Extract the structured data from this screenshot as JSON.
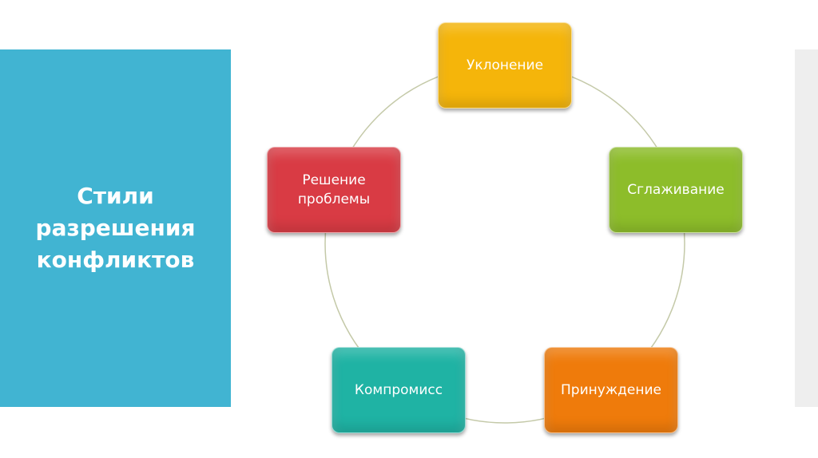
{
  "title": {
    "lines": [
      "Стили",
      "разрешения",
      "конфликтов"
    ]
  },
  "nodes": [
    {
      "label": "Уклонение",
      "color": "#f5b50a"
    },
    {
      "label": "Сглаживание",
      "color": "#8dbd2a"
    },
    {
      "label": "Принуждение",
      "color": "#ef7b0b"
    },
    {
      "label": "Компромисс",
      "color": "#1fb3a4"
    },
    {
      "label": "Решение\nпроблемы",
      "color": "#d93b44"
    }
  ],
  "colors": {
    "panel": "#41b4d2",
    "connector": "#c4c9a8"
  }
}
